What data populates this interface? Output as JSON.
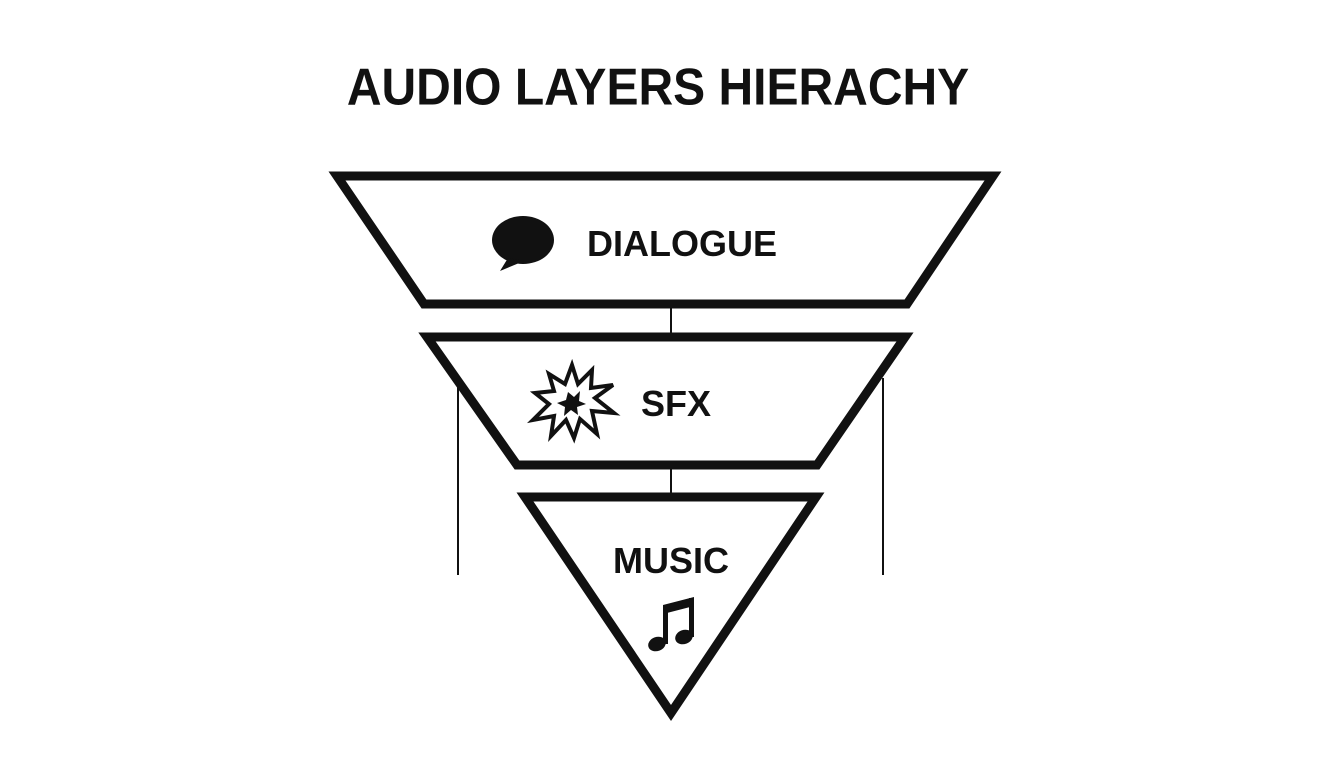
{
  "title": "AUDIO LAYERS HIERACHY",
  "colors": {
    "stroke": "#111111",
    "background": "#ffffff",
    "fill": "#ffffff"
  },
  "layers": [
    {
      "label": "DIALOGUE",
      "icon": "speech-bubble-icon"
    },
    {
      "label": "SFX",
      "icon": "explosion-burst-icon"
    },
    {
      "label": "MUSIC",
      "icon": "music-notes-icon"
    }
  ]
}
